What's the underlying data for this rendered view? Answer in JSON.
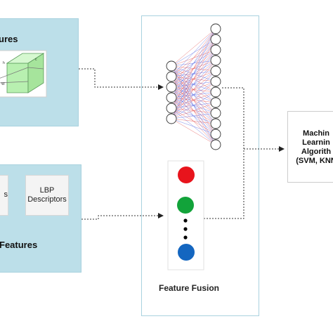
{
  "top_panel": {
    "title": "ures"
  },
  "bottom_panel": {
    "title": "Features",
    "box_left_label": "s",
    "box_right_label": "LBP Descriptors"
  },
  "fusion": {
    "label": "Feature Fusion"
  },
  "classifier": {
    "lines": [
      "Machin",
      "Learnin",
      "Algorith",
      "(SVM, KNN"
    ]
  },
  "colors": {
    "panel": "#bcdfe9",
    "dot_red": "#e8141c",
    "dot_green": "#12a33a",
    "dot_blue": "#1466c0",
    "edge_red": "#e24b4b",
    "edge_blue": "#4c5fe0"
  },
  "network": {
    "input_nodes": 6,
    "output_nodes": 12
  },
  "cube_labels": [
    "h",
    "W",
    "c"
  ]
}
